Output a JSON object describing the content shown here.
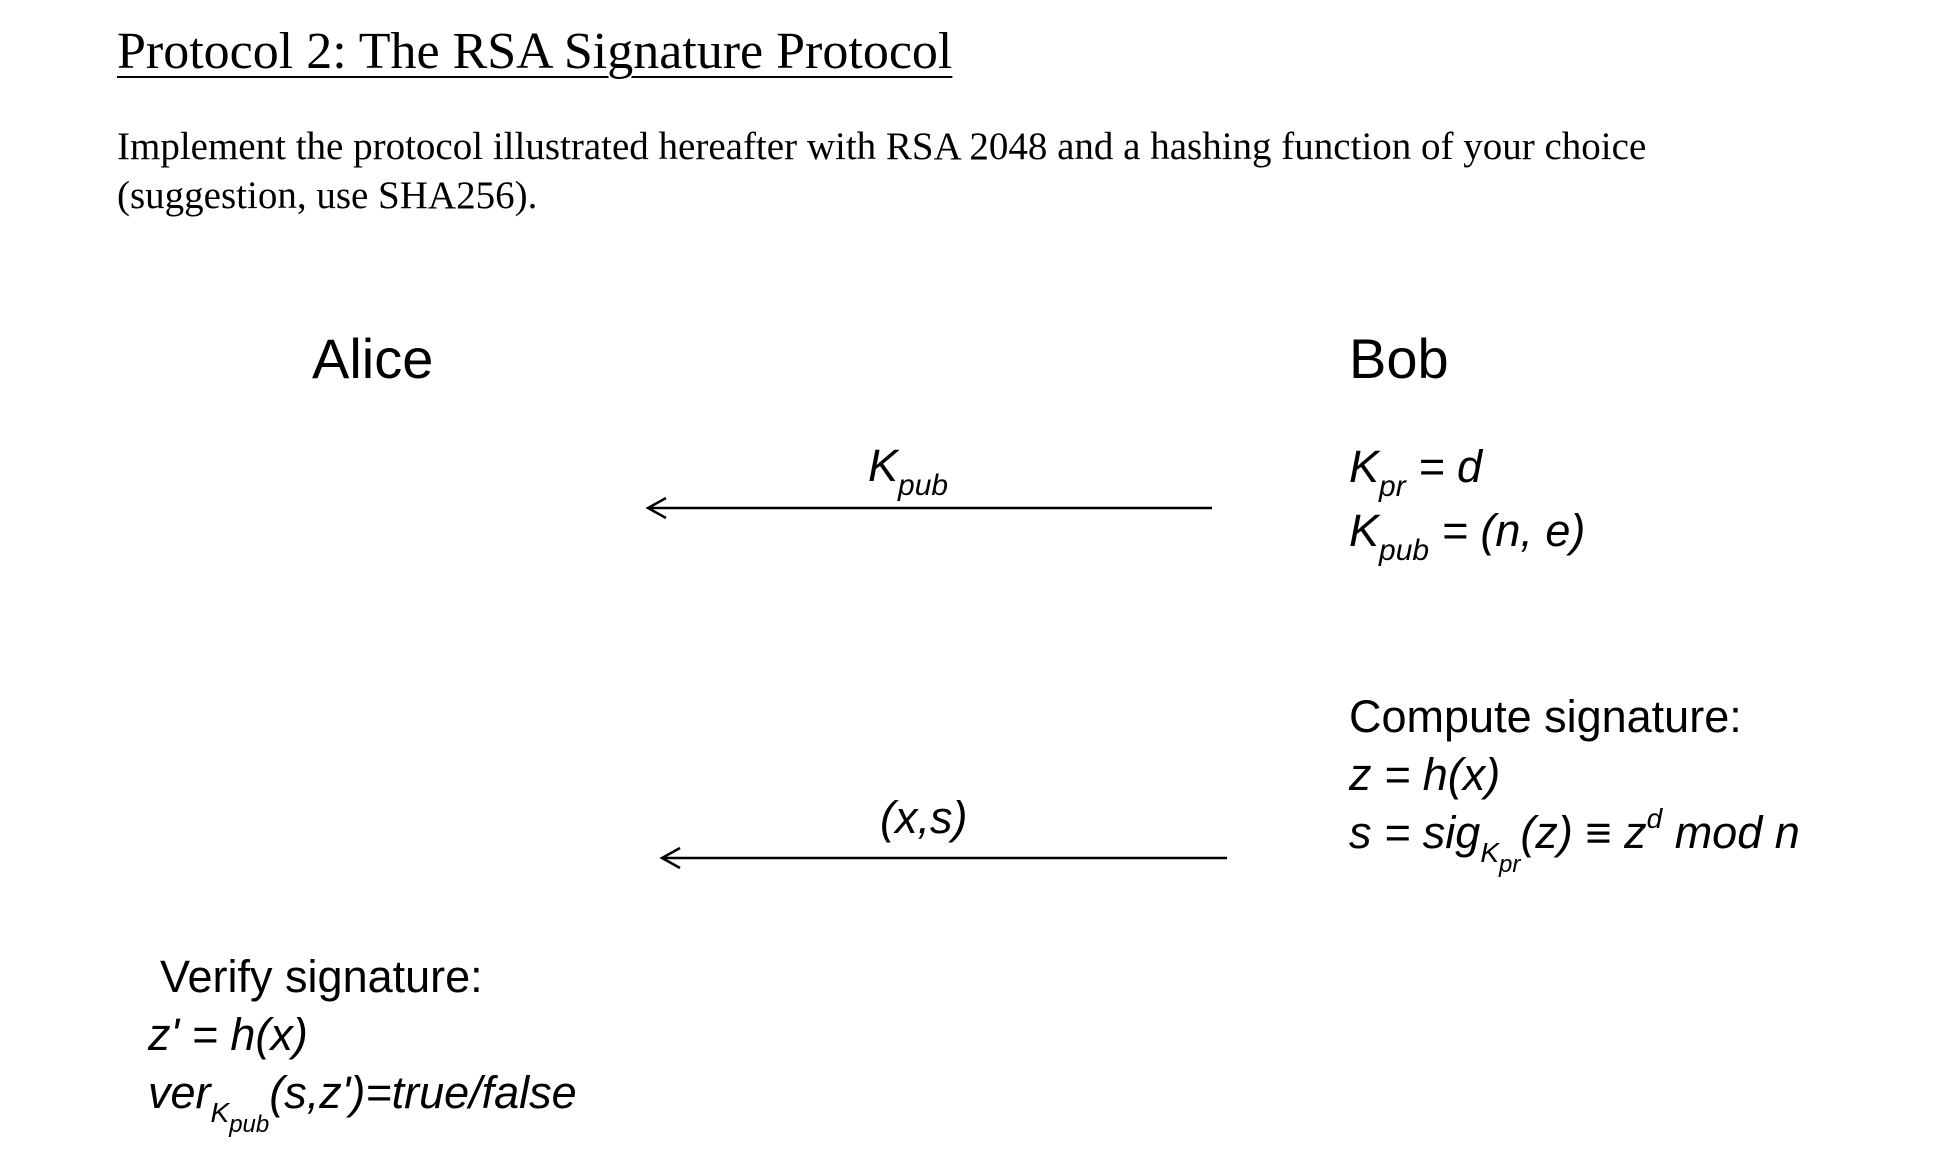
{
  "document": {
    "title": "Protocol 2: The RSA Signature Protocol",
    "intro": "Implement the protocol illustrated hereafter with RSA 2048 and a hashing function of your choice (suggestion, use SHA256)."
  },
  "diagram": {
    "parties": {
      "left": "Alice",
      "right": "Bob"
    },
    "bob_keys": {
      "line1": {
        "k": "K",
        "sub": "pr",
        "rest": " = d"
      },
      "line2": {
        "k": "K",
        "sub": "pub",
        "rest": " = (n, e)"
      }
    },
    "messages": [
      {
        "label_main": "K",
        "label_sub": "pub"
      },
      {
        "label_main": "(x,s)"
      }
    ],
    "bob_compute": {
      "heading": "Compute signature:",
      "line1": "z = h(x)",
      "line2_a": "s = sig",
      "line2_k": "K",
      "line2_sub": "pr",
      "line2_b": "(z) ≡ z",
      "line2_sup": "d",
      "line2_c": " mod n"
    },
    "alice_verify": {
      "heading": "Verify signature:",
      "line1": "z' = h(x)",
      "line2_a": "ver",
      "line2_k": "K",
      "line2_sub": "pub",
      "line2_b": "(s,z')=true/false"
    }
  }
}
